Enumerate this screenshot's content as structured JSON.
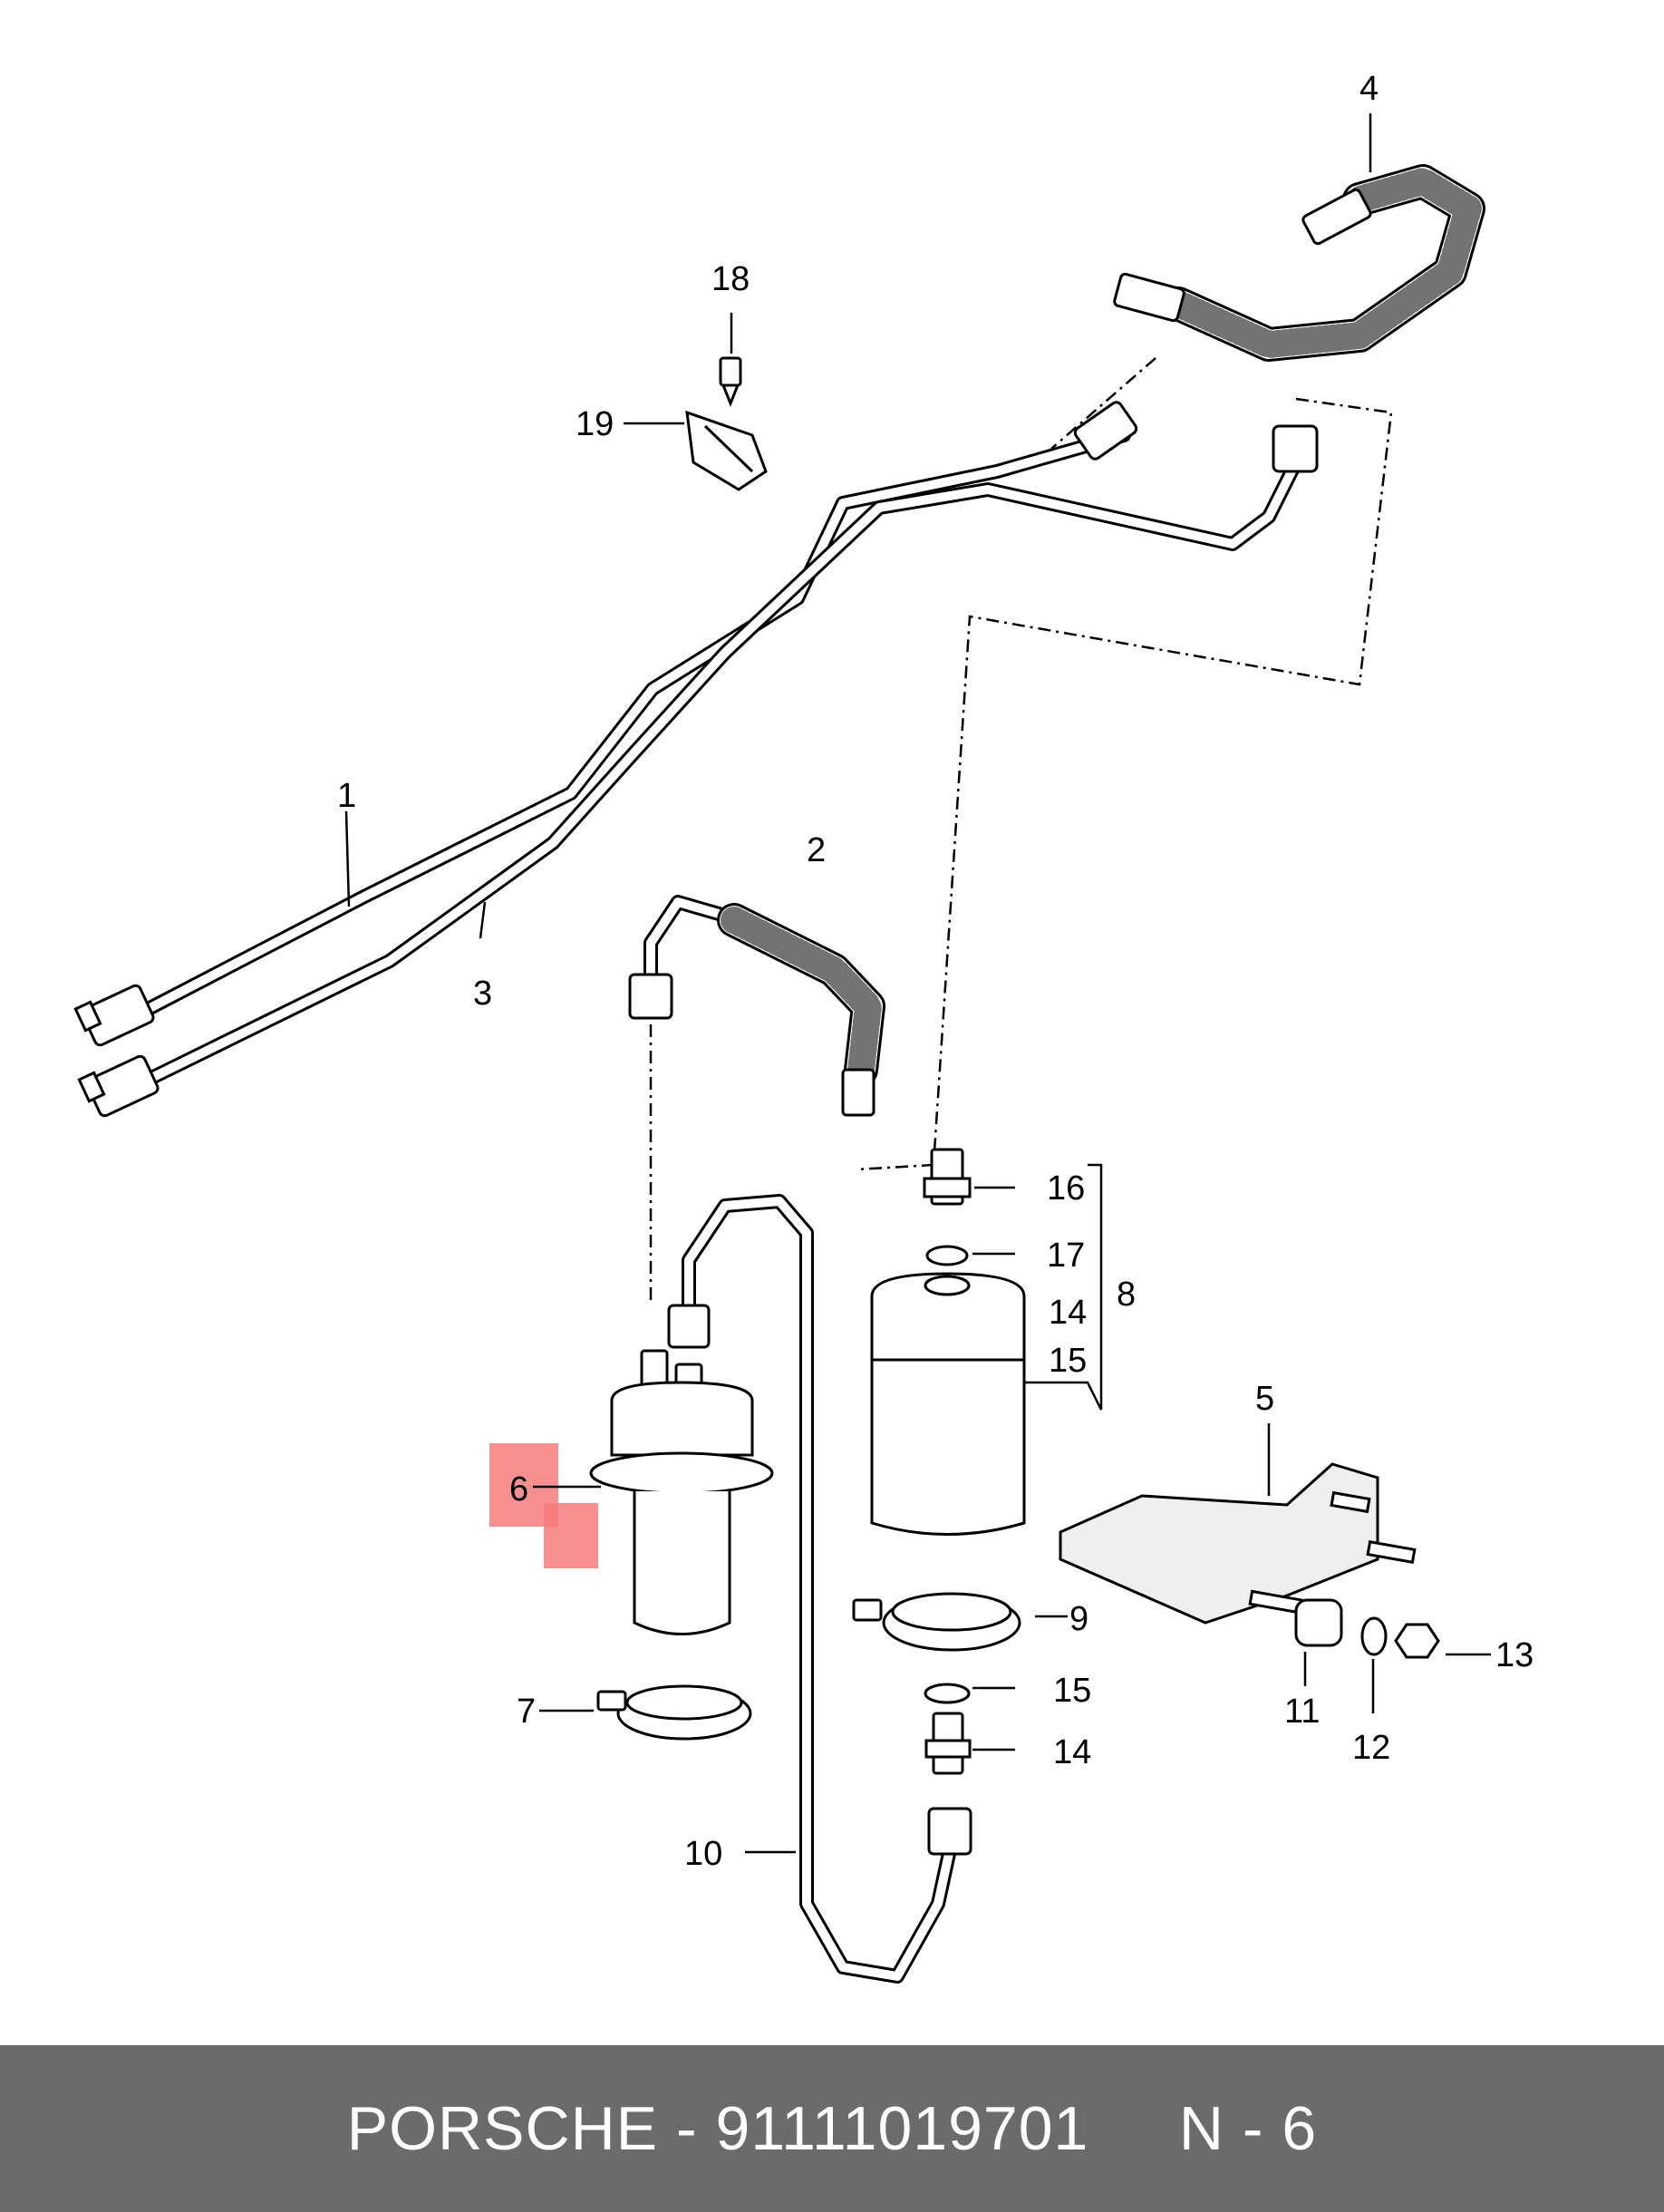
{
  "footer": {
    "text": "PORSCHE - 91111019701     N - 6"
  },
  "highlight_color": "#f47c7c",
  "callouts": {
    "c1": "1",
    "c2": "2",
    "c3": "3",
    "c4": "4",
    "c5": "5",
    "c6": "6",
    "c7": "7",
    "c8": "8",
    "c9": "9",
    "c10": "10",
    "c11": "11",
    "c12": "12",
    "c13": "13",
    "c14a": "14",
    "c14b": "14",
    "c15a": "15",
    "c15b": "15",
    "c16": "16",
    "c17": "17",
    "c18": "18",
    "c19": "19"
  }
}
